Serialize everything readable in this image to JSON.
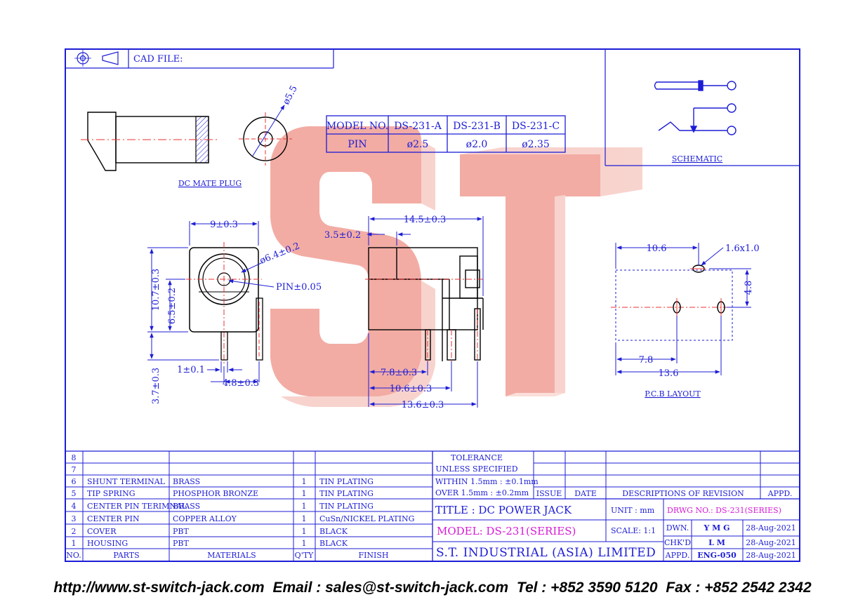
{
  "header": {
    "cad_file_label": "CAD FILE:"
  },
  "models_table": {
    "headers": [
      "MODEL NO.",
      "DS-231-A",
      "DS-231-B",
      "DS-231-C"
    ],
    "row": [
      "PIN",
      "ø2.5",
      "ø2.0",
      "ø2.35"
    ]
  },
  "labels": {
    "dc_mate_plug": "DC MATE PLUG",
    "schematic": "SCHEMATIC",
    "pcb_layout": "P.C.B LAYOUT",
    "plug_dia": "ø5.5"
  },
  "watermark": {
    "text": "ST",
    "color": "#e86a5a"
  },
  "front_dims": {
    "width": "9±0.3",
    "height": "10.7±0.3",
    "center_height": "6.5±0.2",
    "hole": "ø6.4±0.2",
    "pin": "PIN±0.05",
    "pin_width": "1±0.1",
    "pin_span": "4.8±0.3",
    "pin_length": "3.7±0.3"
  },
  "side_dims": {
    "length": "14.5±0.3",
    "offset": "3.5±0.2",
    "p1": "7.8±0.3",
    "p2": "10.6±0.3",
    "p3": "13.6±0.3"
  },
  "pcb_dims": {
    "d1": "10.6",
    "slot": "1.6x1.0",
    "h": "4.8",
    "d2": "7.8",
    "d3": "13.6"
  },
  "bom": {
    "rows": [
      {
        "no": "8",
        "part": "",
        "material": "",
        "qty": "",
        "finish": ""
      },
      {
        "no": "7",
        "part": "",
        "material": "",
        "qty": "",
        "finish": ""
      },
      {
        "no": "6",
        "part": "SHUNT TERMINAL",
        "material": "BRASS",
        "qty": "1",
        "finish": "TIN PLATING"
      },
      {
        "no": "5",
        "part": "TIP SPRING",
        "material": "PHOSPHOR BRONZE",
        "qty": "1",
        "finish": "TIN PLATING"
      },
      {
        "no": "4",
        "part": "CENTER PIN TERIMNAL",
        "material": "BRASS",
        "qty": "1",
        "finish": "TIN PLATING"
      },
      {
        "no": "3",
        "part": "CENTER PIN",
        "material": "COPPER ALLOY",
        "qty": "1",
        "finish": "CuSn/NICKEL PLATING"
      },
      {
        "no": "2",
        "part": "COVER",
        "material": "PBT",
        "qty": "1",
        "finish": "BLACK"
      },
      {
        "no": "1",
        "part": "HOUSING",
        "material": "PBT",
        "qty": "1",
        "finish": "BLACK"
      }
    ],
    "headers": {
      "no": "NO.",
      "part": "PARTS",
      "material": "MATERIALS",
      "qty": "Q'TY",
      "finish": "FINISH"
    }
  },
  "tolerance": {
    "line1": "TOLERANCE",
    "line2": "UNLESS   SPECIFIED",
    "within": "WITHIN  1.5mm : ±0.1mm",
    "over": "OVER     1.5mm : ±0.2mm"
  },
  "revision": {
    "issue": "ISSUE",
    "date": "DATE",
    "desc": "DESCRIPTIONS  OF  REVISION",
    "appd": "APPD."
  },
  "title_block": {
    "title": "TITLE : DC POWER JACK",
    "unit_label": "UNIT :  mm",
    "drwg": "DRWG NO.: DS-231(SERIES)",
    "model": "MODEL: DS-231(SERIES)",
    "scale": "SCALE:  1:1",
    "company": "S.T.  INDUSTRIAL  (ASIA)  LIMITED",
    "dwn_label": "DWN.",
    "dwn_val": "Y M G",
    "dwn_date": "28-Aug-2021",
    "chk_label": "CHK'D",
    "chk_val": "L M",
    "chk_date": "28-Aug-2021",
    "appd_label": "APPD.",
    "appd_val": "ENG-050",
    "appd_date": "28-Aug-2021"
  },
  "footer": {
    "url": "http://www.st-switch-jack.com",
    "email": "Email : sales@st-switch-jack.com",
    "tel": "Tel : +852 3590 5120",
    "fax": "Fax : +852 2542 2342"
  }
}
